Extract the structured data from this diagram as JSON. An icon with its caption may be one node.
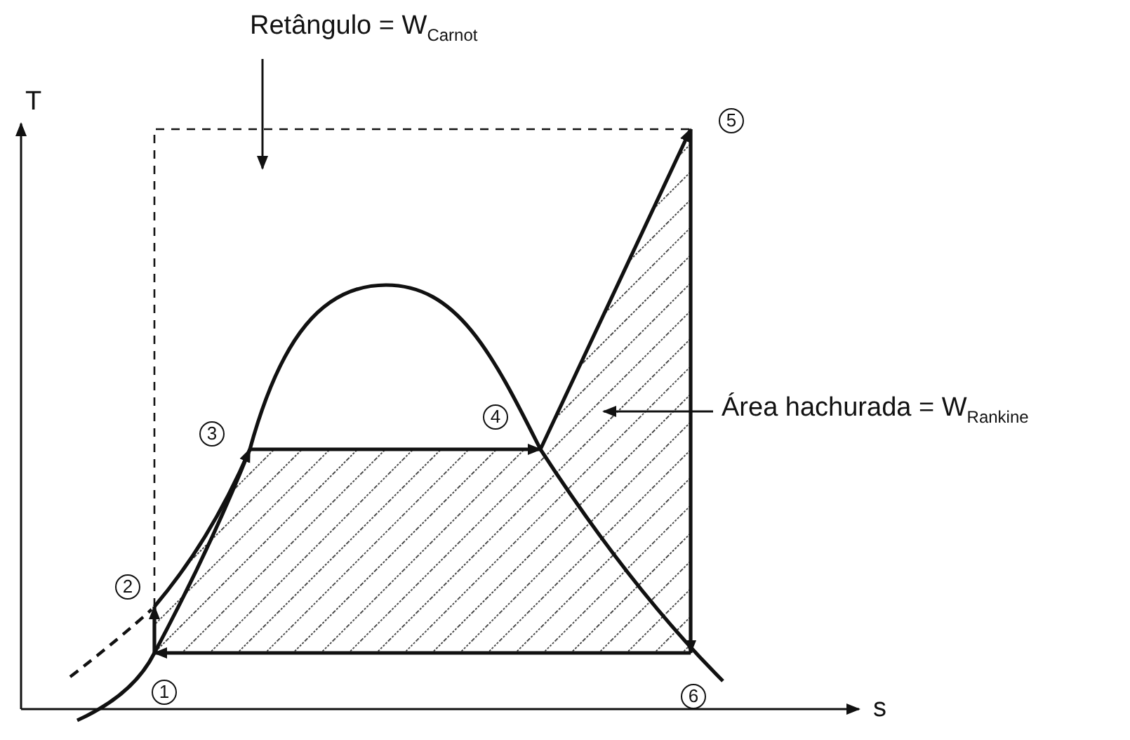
{
  "diagram": {
    "nodes": [
      {
        "text": [
          "1"
        ]
      },
      {
        "text": [
          "2"
        ]
      },
      {
        "text": [
          "3"
        ]
      },
      {
        "text": [
          "4"
        ]
      },
      {
        "text": [
          "5"
        ]
      },
      {
        "text": [
          "6"
        ]
      },
      {
        "text": [
          "Retângulo = W$_{Carnot}$"
        ]
      },
      {
        "text": [
          "Área hachurada = W$_{Rankine}$"
        ]
      }
    ],
    "edges": [
      {
        "from": 0,
        "to": 1,
        "arrow": "to"
      },
      {
        "from": 1,
        "to": 2,
        "arrow": "to"
      },
      {
        "from": 2,
        "to": 3,
        "arrow": "to"
      },
      {
        "from": 3,
        "to": 4,
        "arrow": "to"
      },
      {
        "from": 4,
        "to": 5,
        "arrow": "to"
      },
      {
        "from": 5,
        "to": 0,
        "arrow": "to"
      },
      {
        "from": 6,
        "to": null,
        "arrow": "to"
      },
      {
        "from": 7,
        "to": null,
        "arrow": "to"
      }
    ],
    "labels": [
      "T",
      "s"
    ]
  }
}
